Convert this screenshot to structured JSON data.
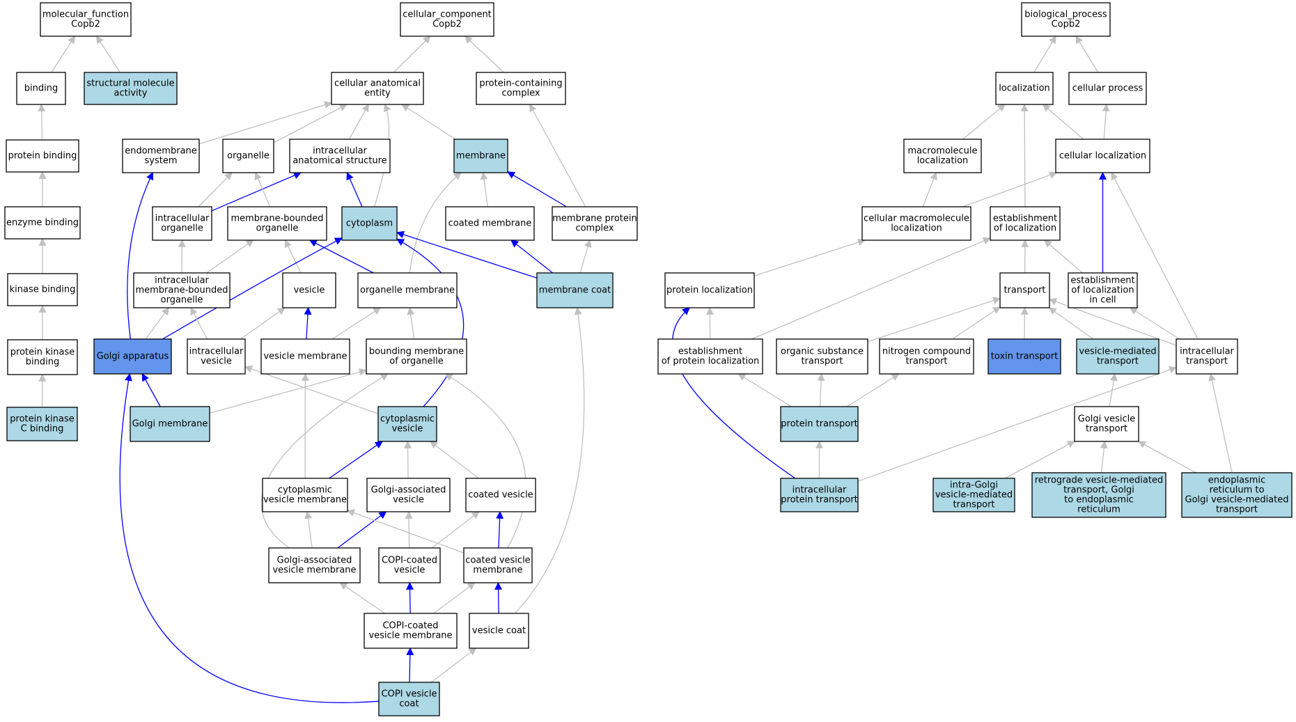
{
  "colors": {
    "plain": "#ffffff",
    "light": "#add8e6",
    "dark": "#6495ed",
    "edge_gray": "#c0c0c0",
    "edge_blue": "#0000ff"
  },
  "nodes": [
    {
      "id": "mf",
      "label": [
        "molecular_function",
        "Copb2"
      ],
      "fill": "plain"
    },
    {
      "id": "binding",
      "label": [
        "binding"
      ],
      "fill": "plain"
    },
    {
      "id": "sma",
      "label": [
        "structural molecule",
        "activity"
      ],
      "fill": "light"
    },
    {
      "id": "pb",
      "label": [
        "protein binding"
      ],
      "fill": "plain"
    },
    {
      "id": "eb",
      "label": [
        "enzyme binding"
      ],
      "fill": "plain"
    },
    {
      "id": "kb",
      "label": [
        "kinase binding"
      ],
      "fill": "plain"
    },
    {
      "id": "pkb",
      "label": [
        "protein kinase",
        "binding"
      ],
      "fill": "plain"
    },
    {
      "id": "pkcb",
      "label": [
        "protein kinase",
        "C binding"
      ],
      "fill": "light"
    },
    {
      "id": "cc",
      "label": [
        "cellular_component",
        "Copb2"
      ],
      "fill": "plain"
    },
    {
      "id": "cae",
      "label": [
        "cellular anatomical",
        "entity"
      ],
      "fill": "plain"
    },
    {
      "id": "pcc",
      "label": [
        "protein-containing",
        "complex"
      ],
      "fill": "plain"
    },
    {
      "id": "es",
      "label": [
        "endomembrane",
        "system"
      ],
      "fill": "plain"
    },
    {
      "id": "org",
      "label": [
        "organelle"
      ],
      "fill": "plain"
    },
    {
      "id": "ias",
      "label": [
        "intracellular",
        "anatomical structure"
      ],
      "fill": "plain"
    },
    {
      "id": "mem",
      "label": [
        "membrane"
      ],
      "fill": "light"
    },
    {
      "id": "io",
      "label": [
        "intracellular",
        "organelle"
      ],
      "fill": "plain"
    },
    {
      "id": "mbo",
      "label": [
        "membrane-bounded",
        "organelle"
      ],
      "fill": "plain"
    },
    {
      "id": "cyto",
      "label": [
        "cytoplasm"
      ],
      "fill": "light"
    },
    {
      "id": "cm",
      "label": [
        "coated membrane"
      ],
      "fill": "plain"
    },
    {
      "id": "mpc",
      "label": [
        "membrane protein",
        "complex"
      ],
      "fill": "plain"
    },
    {
      "id": "imbo",
      "label": [
        "intracellular",
        "membrane-bounded",
        "organelle"
      ],
      "fill": "plain"
    },
    {
      "id": "ves",
      "label": [
        "vesicle"
      ],
      "fill": "plain"
    },
    {
      "id": "om",
      "label": [
        "organelle membrane"
      ],
      "fill": "plain"
    },
    {
      "id": "mc",
      "label": [
        "membrane coat"
      ],
      "fill": "light"
    },
    {
      "id": "ga",
      "label": [
        "Golgi apparatus"
      ],
      "fill": "dark"
    },
    {
      "id": "iv",
      "label": [
        "intracellular",
        "vesicle"
      ],
      "fill": "plain"
    },
    {
      "id": "vm",
      "label": [
        "vesicle membrane"
      ],
      "fill": "plain"
    },
    {
      "id": "bmo",
      "label": [
        "bounding membrane",
        "of organelle"
      ],
      "fill": "plain"
    },
    {
      "id": "gm",
      "label": [
        "Golgi membrane"
      ],
      "fill": "light"
    },
    {
      "id": "cv",
      "label": [
        "cytoplasmic",
        "vesicle"
      ],
      "fill": "light"
    },
    {
      "id": "cvm",
      "label": [
        "cytoplasmic",
        "vesicle membrane"
      ],
      "fill": "plain"
    },
    {
      "id": "gav",
      "label": [
        "Golgi-associated",
        "vesicle"
      ],
      "fill": "plain"
    },
    {
      "id": "cov",
      "label": [
        "coated vesicle"
      ],
      "fill": "plain"
    },
    {
      "id": "gavm",
      "label": [
        "Golgi-associated",
        "vesicle membrane"
      ],
      "fill": "plain"
    },
    {
      "id": "copicv",
      "label": [
        "COPI-coated",
        "vesicle"
      ],
      "fill": "plain"
    },
    {
      "id": "covm",
      "label": [
        "coated vesicle",
        "membrane"
      ],
      "fill": "plain"
    },
    {
      "id": "copivm",
      "label": [
        "COPI-coated",
        "vesicle membrane"
      ],
      "fill": "plain"
    },
    {
      "id": "vc",
      "label": [
        "vesicle coat"
      ],
      "fill": "plain"
    },
    {
      "id": "copivc",
      "label": [
        "COPI vesicle",
        "coat"
      ],
      "fill": "light"
    },
    {
      "id": "bp",
      "label": [
        "biological_process",
        "Copb2"
      ],
      "fill": "plain"
    },
    {
      "id": "loc",
      "label": [
        "localization"
      ],
      "fill": "plain"
    },
    {
      "id": "cp",
      "label": [
        "cellular process"
      ],
      "fill": "plain"
    },
    {
      "id": "ml",
      "label": [
        "macromolecule",
        "localization"
      ],
      "fill": "plain"
    },
    {
      "id": "cl",
      "label": [
        "cellular localization"
      ],
      "fill": "plain"
    },
    {
      "id": "cml",
      "label": [
        "cellular macromolecule",
        "localization"
      ],
      "fill": "plain"
    },
    {
      "id": "eol",
      "label": [
        "establishment",
        "of localization"
      ],
      "fill": "plain"
    },
    {
      "id": "pl",
      "label": [
        "protein localization"
      ],
      "fill": "plain"
    },
    {
      "id": "tr",
      "label": [
        "transport"
      ],
      "fill": "plain"
    },
    {
      "id": "eolc",
      "label": [
        "establishment",
        "of localization",
        "in cell"
      ],
      "fill": "plain"
    },
    {
      "id": "epl",
      "label": [
        "establishment",
        "of protein localization"
      ],
      "fill": "plain"
    },
    {
      "id": "ost",
      "label": [
        "organic substance",
        "transport"
      ],
      "fill": "plain"
    },
    {
      "id": "nct",
      "label": [
        "nitrogen compound",
        "transport"
      ],
      "fill": "plain"
    },
    {
      "id": "tt",
      "label": [
        "toxin transport"
      ],
      "fill": "dark"
    },
    {
      "id": "vmt",
      "label": [
        "vesicle-mediated",
        "transport"
      ],
      "fill": "light"
    },
    {
      "id": "it",
      "label": [
        "intracellular",
        "transport"
      ],
      "fill": "plain"
    },
    {
      "id": "pt",
      "label": [
        "protein transport"
      ],
      "fill": "light"
    },
    {
      "id": "gvt",
      "label": [
        "Golgi vesicle",
        "transport"
      ],
      "fill": "plain"
    },
    {
      "id": "ipt",
      "label": [
        "intracellular",
        "protein transport"
      ],
      "fill": "light"
    },
    {
      "id": "igvmt",
      "label": [
        "intra-Golgi",
        "vesicle-mediated",
        "transport"
      ],
      "fill": "light"
    },
    {
      "id": "rvmt",
      "label": [
        "retrograde vesicle-mediated",
        "transport, Golgi",
        "to endoplasmic",
        "reticulum"
      ],
      "fill": "light"
    },
    {
      "id": "ergvmt",
      "label": [
        "endoplasmic",
        "reticulum to",
        "Golgi vesicle-mediated",
        "transport"
      ],
      "fill": "light"
    }
  ],
  "edges": [
    {
      "from": "binding",
      "to": "mf",
      "color": "edge_gray"
    },
    {
      "from": "sma",
      "to": "mf",
      "color": "edge_gray"
    },
    {
      "from": "pb",
      "to": "binding",
      "color": "edge_gray"
    },
    {
      "from": "eb",
      "to": "pb",
      "color": "edge_gray"
    },
    {
      "from": "kb",
      "to": "eb",
      "color": "edge_gray"
    },
    {
      "from": "pkb",
      "to": "kb",
      "color": "edge_gray"
    },
    {
      "from": "pkcb",
      "to": "pkb",
      "color": "edge_gray"
    },
    {
      "from": "cae",
      "to": "cc",
      "color": "edge_gray"
    },
    {
      "from": "pcc",
      "to": "cc",
      "color": "edge_gray"
    },
    {
      "from": "es",
      "to": "cae",
      "color": "edge_gray"
    },
    {
      "from": "org",
      "to": "cae",
      "color": "edge_gray"
    },
    {
      "from": "ias",
      "to": "cae",
      "color": "edge_gray"
    },
    {
      "from": "mem",
      "to": "cae",
      "color": "edge_gray"
    },
    {
      "from": "cyto",
      "to": "cae",
      "color": "edge_gray",
      "curve": [
        570,
        190
      ]
    },
    {
      "from": "io",
      "to": "org",
      "color": "edge_gray"
    },
    {
      "from": "io",
      "to": "ias",
      "color": "edge_blue"
    },
    {
      "from": "mbo",
      "to": "org",
      "color": "edge_gray"
    },
    {
      "from": "cyto",
      "to": "ias",
      "color": "edge_blue"
    },
    {
      "from": "cm",
      "to": "mem",
      "color": "edge_gray"
    },
    {
      "from": "mpc",
      "to": "mem",
      "color": "edge_blue"
    },
    {
      "from": "mpc",
      "to": "pcc",
      "color": "edge_gray"
    },
    {
      "from": "imbo",
      "to": "io",
      "color": "edge_gray"
    },
    {
      "from": "imbo",
      "to": "mbo",
      "color": "edge_gray"
    },
    {
      "from": "ves",
      "to": "mbo",
      "color": "edge_gray"
    },
    {
      "from": "om",
      "to": "mbo",
      "color": "edge_blue"
    },
    {
      "from": "om",
      "to": "mem",
      "color": "edge_gray",
      "curve": [
        600,
        300
      ]
    },
    {
      "from": "mc",
      "to": "cm",
      "color": "edge_blue"
    },
    {
      "from": "mc",
      "to": "mpc",
      "color": "edge_gray"
    },
    {
      "from": "mc",
      "to": "cyto",
      "color": "edge_blue"
    },
    {
      "from": "ga",
      "to": "es",
      "color": "edge_blue",
      "curve": [
        170,
        350
      ]
    },
    {
      "from": "ga",
      "to": "imbo",
      "color": "edge_gray"
    },
    {
      "from": "ga",
      "to": "cyto",
      "color": "edge_blue",
      "curve": [
        400,
        390
      ]
    },
    {
      "from": "iv",
      "to": "imbo",
      "color": "edge_gray"
    },
    {
      "from": "iv",
      "to": "ves",
      "color": "edge_gray"
    },
    {
      "from": "vm",
      "to": "ves",
      "color": "edge_blue"
    },
    {
      "from": "vm",
      "to": "om",
      "color": "edge_gray"
    },
    {
      "from": "bmo",
      "to": "om",
      "color": "edge_gray"
    },
    {
      "from": "gm",
      "to": "ga",
      "color": "edge_blue"
    },
    {
      "from": "gm",
      "to": "bmo",
      "color": "edge_gray"
    },
    {
      "from": "cv",
      "to": "iv",
      "color": "edge_gray"
    },
    {
      "from": "cv",
      "to": "cyto",
      "color": "edge_blue",
      "curve": [
        740,
        440
      ]
    },
    {
      "from": "cvm",
      "to": "cv",
      "color": "edge_blue"
    },
    {
      "from": "cvm",
      "to": "vm",
      "color": "edge_gray"
    },
    {
      "from": "gav",
      "to": "cv",
      "color": "edge_gray"
    },
    {
      "from": "cov",
      "to": "cv",
      "color": "edge_gray"
    },
    {
      "from": "gavm",
      "to": "gav",
      "color": "edge_blue"
    },
    {
      "from": "gavm",
      "to": "cvm",
      "color": "edge_gray"
    },
    {
      "from": "gavm",
      "to": "bmo",
      "color": "edge_gray",
      "curve": [
        290,
        700
      ]
    },
    {
      "from": "copicv",
      "to": "gav",
      "color": "edge_gray"
    },
    {
      "from": "copicv",
      "to": "cov",
      "color": "edge_gray"
    },
    {
      "from": "covm",
      "to": "cov",
      "color": "edge_blue"
    },
    {
      "from": "covm",
      "to": "cvm",
      "color": "edge_gray"
    },
    {
      "from": "covm",
      "to": "bmo",
      "color": "edge_gray",
      "curve": [
        810,
        640
      ]
    },
    {
      "from": "copivm",
      "to": "copicv",
      "color": "edge_blue"
    },
    {
      "from": "copivm",
      "to": "gavm",
      "color": "edge_gray"
    },
    {
      "from": "copivm",
      "to": "covm",
      "color": "edge_gray"
    },
    {
      "from": "vc",
      "to": "covm",
      "color": "edge_blue"
    },
    {
      "from": "vc",
      "to": "mc",
      "color": "edge_gray",
      "curve": [
        870,
        740
      ]
    },
    {
      "from": "copivc",
      "to": "copivm",
      "color": "edge_blue"
    },
    {
      "from": "copivc",
      "to": "vc",
      "color": "edge_gray"
    },
    {
      "from": "copivc",
      "to": "ga",
      "color": "edge_blue",
      "curve": [
        100,
        1040
      ]
    },
    {
      "from": "loc",
      "to": "bp",
      "color": "edge_gray"
    },
    {
      "from": "cp",
      "to": "bp",
      "color": "edge_gray"
    },
    {
      "from": "ml",
      "to": "loc",
      "color": "edge_gray"
    },
    {
      "from": "cl",
      "to": "loc",
      "color": "edge_gray"
    },
    {
      "from": "cl",
      "to": "cp",
      "color": "edge_gray"
    },
    {
      "from": "cml",
      "to": "ml",
      "color": "edge_gray"
    },
    {
      "from": "cml",
      "to": "cl",
      "color": "edge_gray"
    },
    {
      "from": "eol",
      "to": "loc",
      "color": "edge_gray"
    },
    {
      "from": "pl",
      "to": "cml",
      "color": "edge_gray"
    },
    {
      "from": "tr",
      "to": "eol",
      "color": "edge_gray"
    },
    {
      "from": "eolc",
      "to": "eol",
      "color": "edge_gray"
    },
    {
      "from": "eolc",
      "to": "cl",
      "color": "edge_blue"
    },
    {
      "from": "epl",
      "to": "pl",
      "color": "edge_gray"
    },
    {
      "from": "epl",
      "to": "eol",
      "color": "edge_gray"
    },
    {
      "from": "ost",
      "to": "tr",
      "color": "edge_gray"
    },
    {
      "from": "nct",
      "to": "tr",
      "color": "edge_gray"
    },
    {
      "from": "tt",
      "to": "tr",
      "color": "edge_gray"
    },
    {
      "from": "vmt",
      "to": "tr",
      "color": "edge_gray"
    },
    {
      "from": "it",
      "to": "tr",
      "color": "edge_gray"
    },
    {
      "from": "it",
      "to": "eolc",
      "color": "edge_gray"
    },
    {
      "from": "it",
      "to": "cl",
      "color": "edge_gray"
    },
    {
      "from": "pt",
      "to": "epl",
      "color": "edge_gray"
    },
    {
      "from": "pt",
      "to": "ost",
      "color": "edge_gray"
    },
    {
      "from": "pt",
      "to": "nct",
      "color": "edge_gray"
    },
    {
      "from": "gvt",
      "to": "vmt",
      "color": "edge_gray"
    },
    {
      "from": "ipt",
      "to": "pt",
      "color": "edge_gray"
    },
    {
      "from": "ipt",
      "to": "it",
      "color": "edge_gray"
    },
    {
      "from": "ipt",
      "to": "pl",
      "color": "edge_blue",
      "curve": [
        900,
        520
      ]
    },
    {
      "from": "igvmt",
      "to": "gvt",
      "color": "edge_gray"
    },
    {
      "from": "rvmt",
      "to": "gvt",
      "color": "edge_gray"
    },
    {
      "from": "ergvmt",
      "to": "gvt",
      "color": "edge_gray"
    },
    {
      "from": "ergvmt",
      "to": "it",
      "color": "edge_gray"
    }
  ]
}
